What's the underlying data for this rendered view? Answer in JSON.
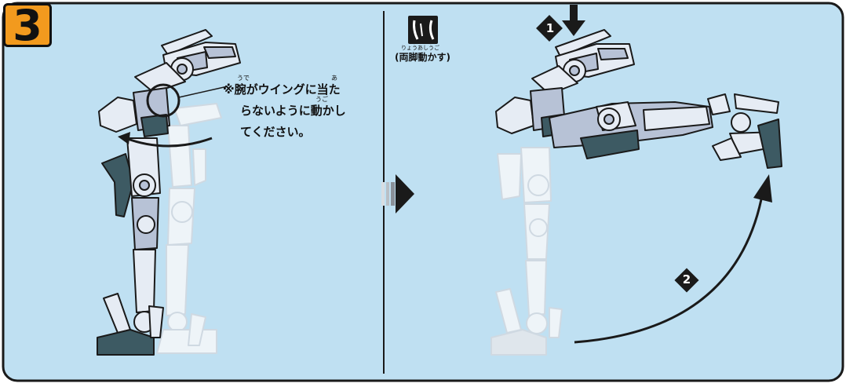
{
  "step": {
    "number": "3"
  },
  "note": {
    "line1": "※腕がウイングに当た",
    "line2": "らないように動かし",
    "line3": "てください。",
    "ruby_ude": "うで",
    "ruby_a": "あ",
    "ruby_ugo": "うご"
  },
  "icon_legend": {
    "icon": "both-legs-move-icon",
    "label": "(両脚動かす)",
    "ruby": "りょうあしうご"
  },
  "markers": {
    "one": "1",
    "two": "2"
  },
  "colors": {
    "panel_background": "#bfe0f2",
    "frame": "#1a1a1a",
    "step_badge": "#f29a1e",
    "robot_light": "#e6ecf4",
    "robot_mid": "#b7c2d6",
    "robot_dark": "#3d5a63",
    "ghost": "#eef4f8"
  }
}
